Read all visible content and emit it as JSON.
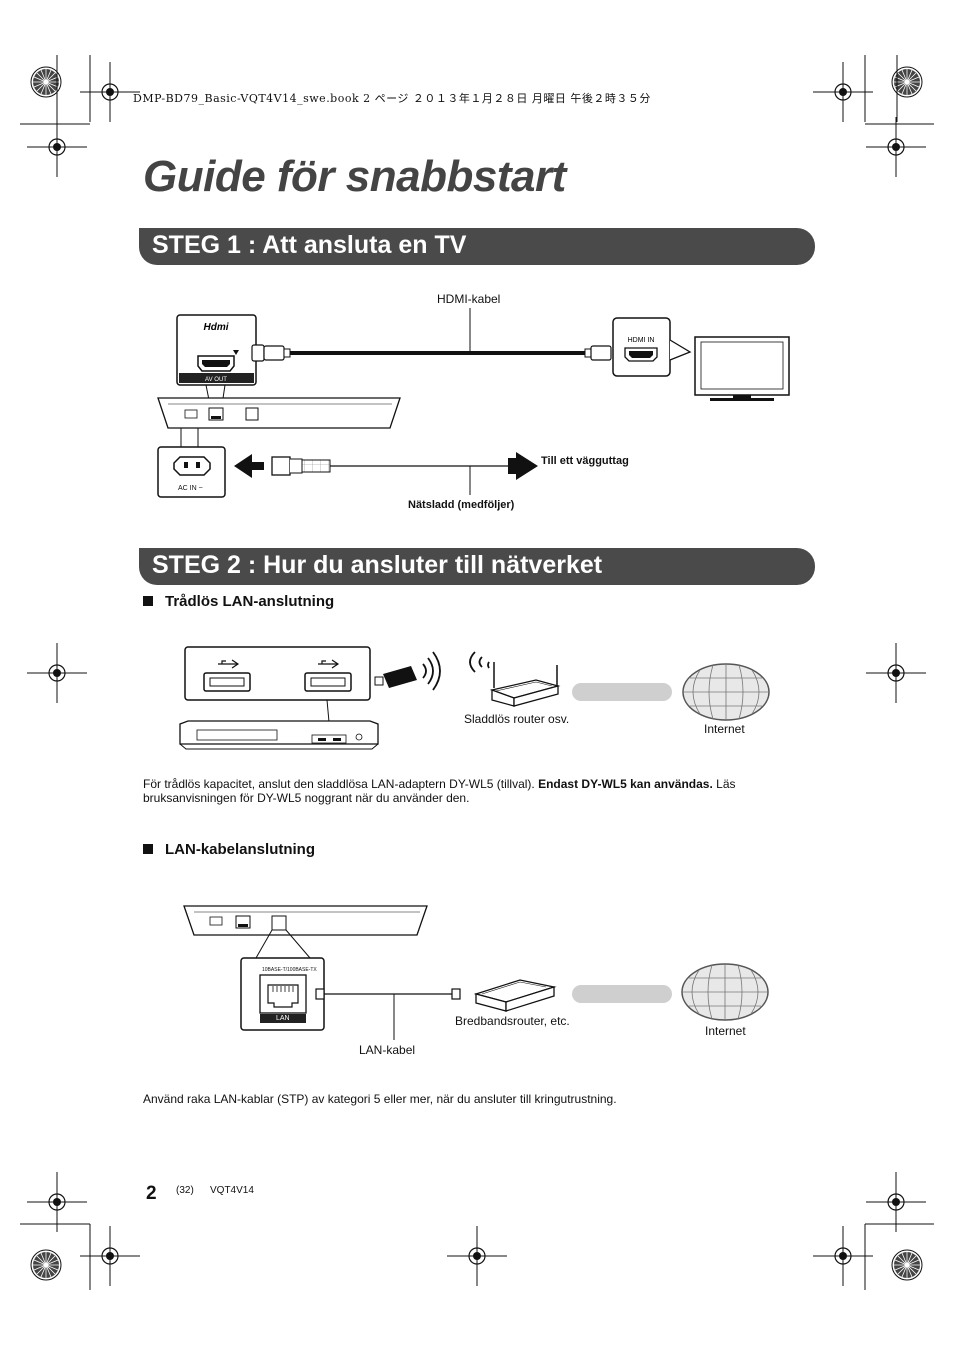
{
  "header": {
    "book_line": "DMP-BD79_Basic-VQT4V14_swe.book  2 ページ  ２０１３年１月２８日  月曜日  午後２時３５分"
  },
  "title": "Guide för snabbstart",
  "step1": {
    "heading": "STEG 1 :  Att ansluta en TV",
    "labels": {
      "hdmi_cable": "HDMI-kabel",
      "wall_outlet": "Till ett vägguttag",
      "power_cord": "Nätsladd (medföljer)",
      "hdmi_logo": "Hdmi",
      "av_out": "AV OUT",
      "hdmi_in": "HDMI IN",
      "ac_in": "AC IN ~"
    }
  },
  "step2": {
    "heading": "STEG 2 :  Hur du ansluter till nätverket",
    "wireless": {
      "subheading": "Trådlös LAN-anslutning",
      "router_label": "Sladdlös router osv.",
      "internet_label": "Internet",
      "text_plain": "För trådlös kapacitet, anslut den sladdlösa LAN-adaptern DY-WL5 (tillval). ",
      "text_bold": "Endast DY-WL5 kan användas.",
      "text_tail": " Läs bruksanvisningen för DY-WL5 noggrant när du använder den."
    },
    "wired": {
      "subheading": "LAN-kabelanslutning",
      "router_label": "Bredbandsrouter, etc.",
      "internet_label": "Internet",
      "cable_label": "LAN-kabel",
      "port_top": "10BASE-T/100BASE-TX",
      "port_label": "LAN",
      "text": "Använd raka LAN-kablar (STP) av kategori 5 eller mer, när du ansluter till kringutrustning."
    }
  },
  "footer": {
    "page_number": "2",
    "page_ref": "(32)",
    "doc_code": "VQT4V14"
  }
}
